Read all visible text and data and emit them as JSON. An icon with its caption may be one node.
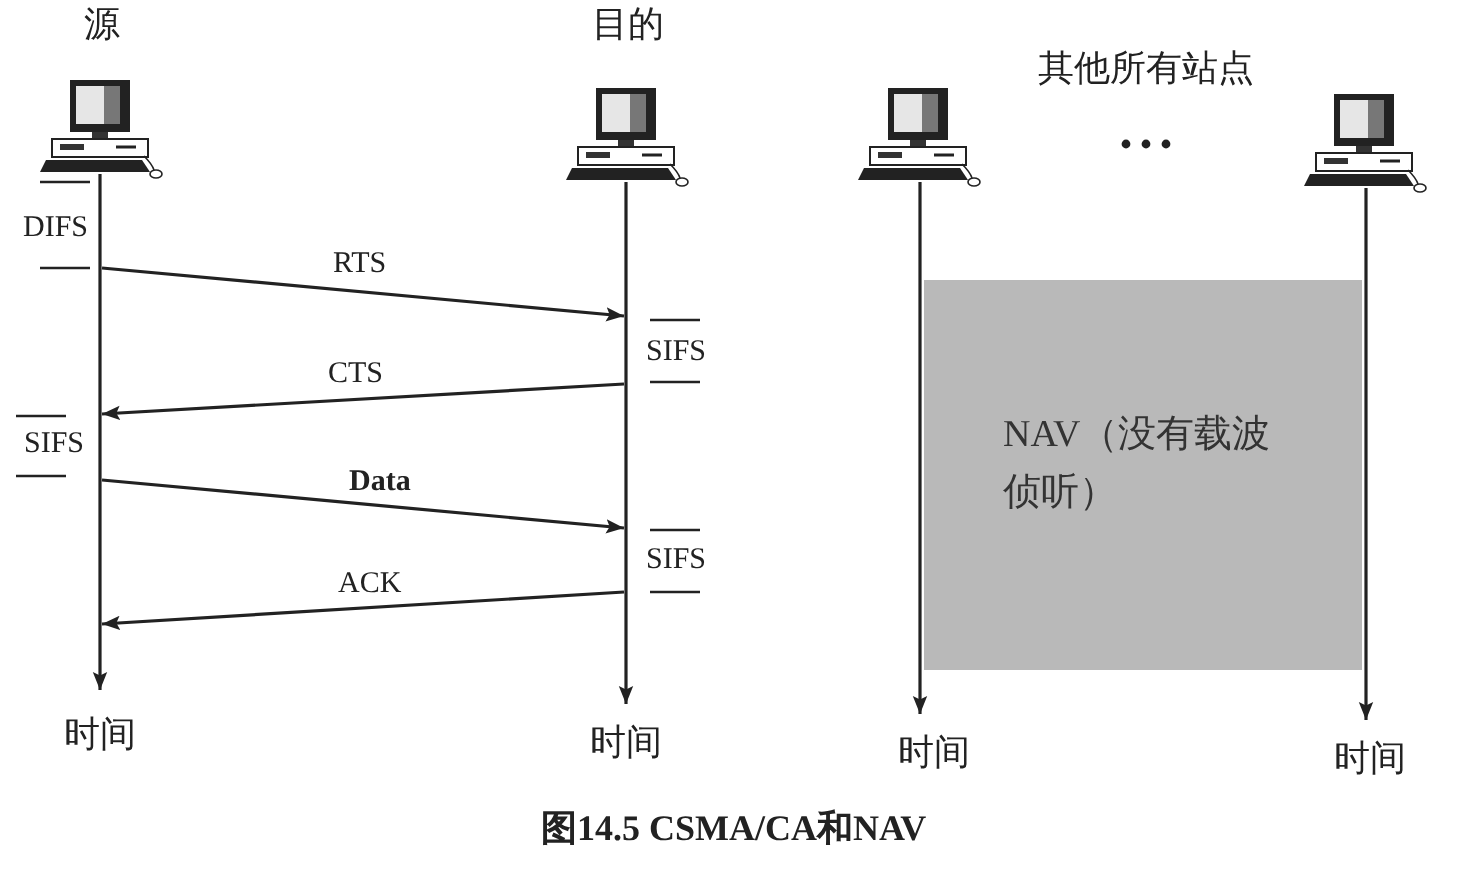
{
  "diagram": {
    "caption": "图14.5 CSMA/CA和NAV",
    "nodes": [
      {
        "text": [
          "源"
        ]
      },
      {
        "text": [
          "目的"
        ]
      },
      {
        "text": [],
        "shape": "picture"
      },
      {
        "text": [],
        "shape": "picture"
      },
      {
        "text": [
          "NAV（没有载波侦听）"
        ]
      }
    ],
    "edges": [
      {
        "from": 0,
        "to": 1,
        "arrow": "to",
        "label": "RTS"
      },
      {
        "from": 1,
        "to": 0,
        "arrow": "to",
        "label": "CTS"
      },
      {
        "from": 0,
        "to": 1,
        "arrow": "to",
        "label": "Data"
      },
      {
        "from": 1,
        "to": 0,
        "arrow": "to",
        "label": "ACK"
      }
    ],
    "labels": [
      "其他所有站点",
      "DIFS",
      "SIFS",
      "SIFS",
      "SIFS",
      "时间",
      "时间",
      "时间",
      "时间"
    ]
  }
}
